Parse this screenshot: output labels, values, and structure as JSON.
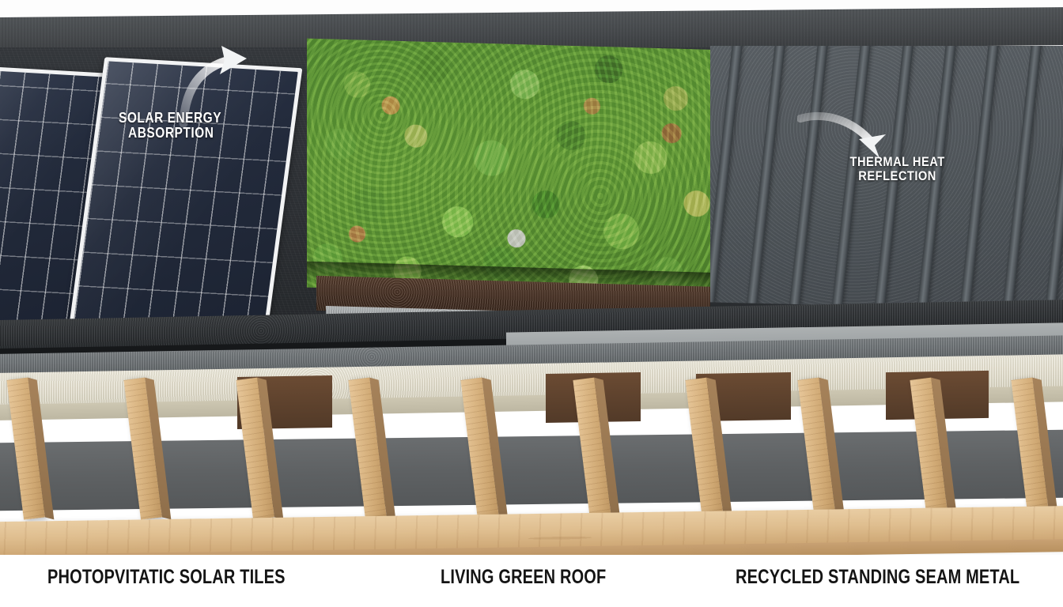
{
  "scene": {
    "title": "Sustainable Roof Assembly Cutaway",
    "background_color": "#ffffff"
  },
  "annotations": [
    {
      "id": "solar-energy-absorption",
      "line1": "SOLAR ENERGY",
      "line2": "ABSORPTION",
      "arrow": "curved-arrow-up-right-icon",
      "color": "#ffffff"
    },
    {
      "id": "thermal-heat-reflection",
      "line1": "THERMAL HEAT",
      "line2": "REFLECTION",
      "arrow": "curved-arrow-down-right-icon",
      "color": "#ffffff"
    }
  ],
  "captions": [
    {
      "id": "solar-tiles",
      "label": "PHOTOPVITATIC SOLAR TILES"
    },
    {
      "id": "green-roof",
      "label": "LIVING GREEN ROOF"
    },
    {
      "id": "metal-roof",
      "label": "RECYCLED STANDING SEAM METAL"
    }
  ],
  "zones": [
    {
      "id": "solar-panel-array",
      "name": "Photovoltaic solar tiles",
      "panel_count": 2,
      "color": "#232b3c"
    },
    {
      "id": "living-green-roof",
      "name": "Living green roof",
      "color": "#6ba03d"
    },
    {
      "id": "standing-seam-metal",
      "name": "Recycled standing seam metal",
      "color": "#555b60",
      "seam_count": 9
    }
  ],
  "cross_section_layers": [
    {
      "id": "waterproof-membrane",
      "name": "Waterproof membrane",
      "color": "#303336"
    },
    {
      "id": "underlayment",
      "name": "Grey underlayment",
      "color": "#6b7073"
    },
    {
      "id": "rigid-insulation",
      "name": "Rigid insulation board",
      "color": "#e6e1cf"
    },
    {
      "id": "roof-deck",
      "name": "Timber roof deck",
      "color": "#523a28"
    },
    {
      "id": "rafters",
      "name": "Timber rafters",
      "color": "#dcb886",
      "count": 11
    },
    {
      "id": "wall-plate",
      "name": "Timber wall plate beam",
      "color": "#dfbe8f"
    },
    {
      "id": "attic-void",
      "name": "Attic void",
      "color": "#5e6163"
    }
  ],
  "green_roof_buildup": [
    {
      "id": "vegetation",
      "name": "Sedum / succulent vegetation",
      "color": "#6ba03d"
    },
    {
      "id": "growing-medium",
      "name": "Growing medium / substrate",
      "color": "#4a3326"
    },
    {
      "id": "drainage-layer",
      "name": "Drainage layer",
      "color": "#9fa3a5"
    }
  ]
}
